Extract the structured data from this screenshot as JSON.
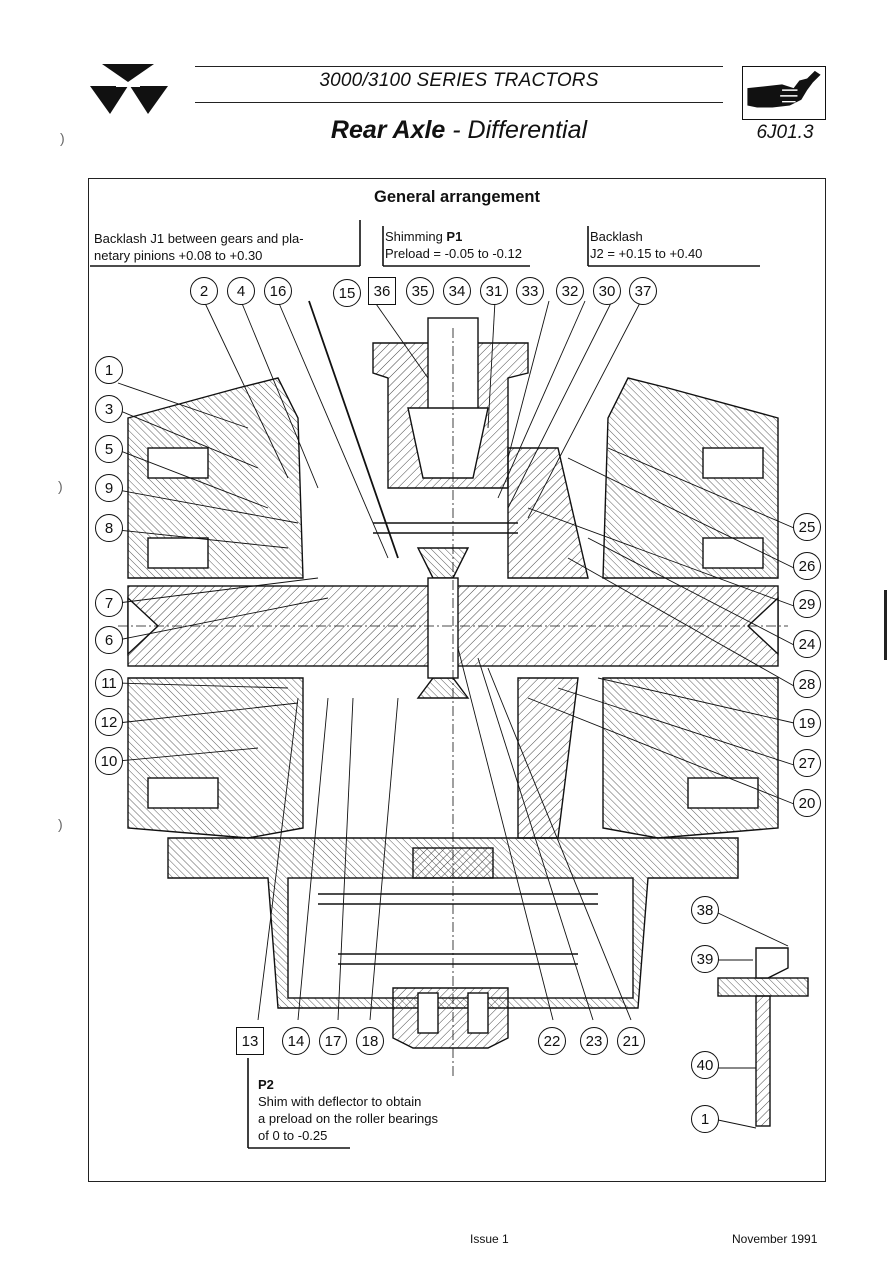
{
  "header": {
    "series": "3000/3100 SERIES TRACTORS",
    "title_bold": "Rear Axle",
    "title_rest": " - Differential",
    "code": "6J01.3"
  },
  "section": {
    "title": "General arrangement"
  },
  "notes": {
    "backlash_j1": [
      "Backlash J1 between  gears and pla-",
      "netary pinions +0.08 to +0.30"
    ],
    "shimming_label": "Shimming ",
    "shimming_code": "P1",
    "preload": "Preload = -0.05 to -0.12",
    "backlash_j2_title": "Backlash",
    "backlash_j2_value": "J2 = +0.15 to +0.40",
    "p2_code": "P2",
    "p2_lines": [
      "Shim with deflector to obtain",
      "a preload on the roller bearings",
      "of 0 to -0.25"
    ]
  },
  "callouts": {
    "top": [
      "2",
      "4",
      "16",
      "15",
      "36",
      "35",
      "34",
      "31",
      "33",
      "32",
      "30",
      "37"
    ],
    "left": [
      "1",
      "3",
      "5",
      "9",
      "8",
      "7",
      "6",
      "11",
      "12",
      "10"
    ],
    "right": [
      "25",
      "26",
      "29",
      "24",
      "28",
      "19",
      "27",
      "20"
    ],
    "bottom": [
      "13",
      "14",
      "17",
      "18",
      "22",
      "23",
      "21"
    ],
    "inset": [
      "38",
      "39",
      "40",
      "1"
    ]
  },
  "footer": {
    "issue": "Issue 1",
    "date": "November 1991"
  },
  "colors": {
    "ink": "#111111",
    "hatch": "#333333",
    "paper": "#ffffff"
  }
}
